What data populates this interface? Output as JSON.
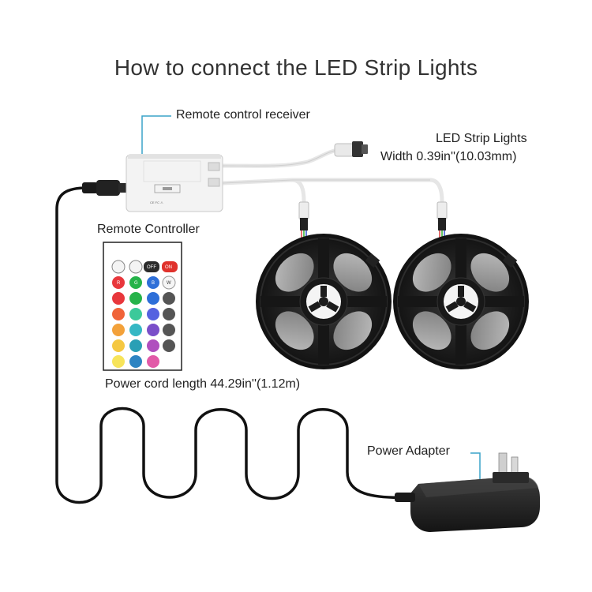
{
  "title": "How to connect the LED Strip Lights",
  "labels": {
    "receiver": "Remote control receiver",
    "strip_name": "LED Strip Lights",
    "strip_width": "Width 0.39in''(10.03mm)",
    "remote": "Remote Controller",
    "cord": "Power cord length 44.29in''(1.12m)",
    "adapter": "Power Adapter"
  },
  "remote_buttons": {
    "off": "OFF",
    "on": "ON",
    "r": "R",
    "g": "G",
    "b": "B",
    "w": "W"
  },
  "colors": {
    "leader_line": "#3aa3c9",
    "cable_black": "#111111",
    "cable_white": "#e6e6e6",
    "reel": "#1b1b1b",
    "remote_grid": [
      [
        "#e8373c",
        "#26b34a",
        "#2e6fd8"
      ],
      [
        "#f0643a",
        "#3cc99a",
        "#5562e0"
      ],
      [
        "#f3a13a",
        "#35b7c4",
        "#7a4fc9"
      ],
      [
        "#f5c842",
        "#2a9fb5",
        "#b04fbe"
      ],
      [
        "#f7e45a",
        "#2d84c2",
        "#e25aa8"
      ]
    ]
  }
}
